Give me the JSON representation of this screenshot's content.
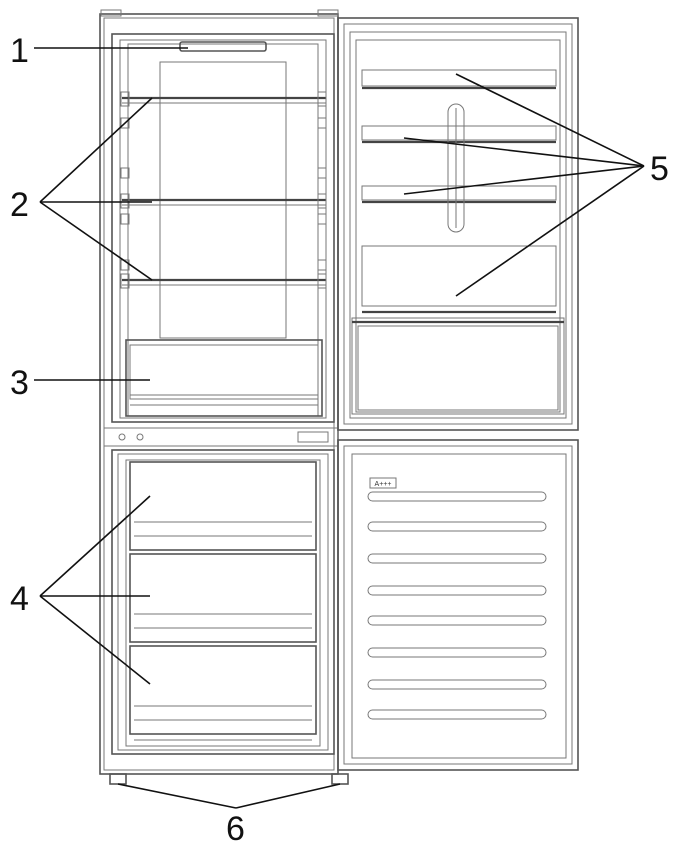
{
  "callouts": [
    {
      "number": "1",
      "part": "lamp"
    },
    {
      "number": "2",
      "part": "shelves"
    },
    {
      "number": "3",
      "part": "crisper-drawer"
    },
    {
      "number": "4",
      "part": "freezer-drawers"
    },
    {
      "number": "5",
      "part": "door-balconies"
    },
    {
      "number": "6",
      "part": "feet"
    }
  ],
  "door_badge": "A+++",
  "colors": {
    "line": "#555555",
    "leader": "#111111",
    "text": "#111111"
  }
}
